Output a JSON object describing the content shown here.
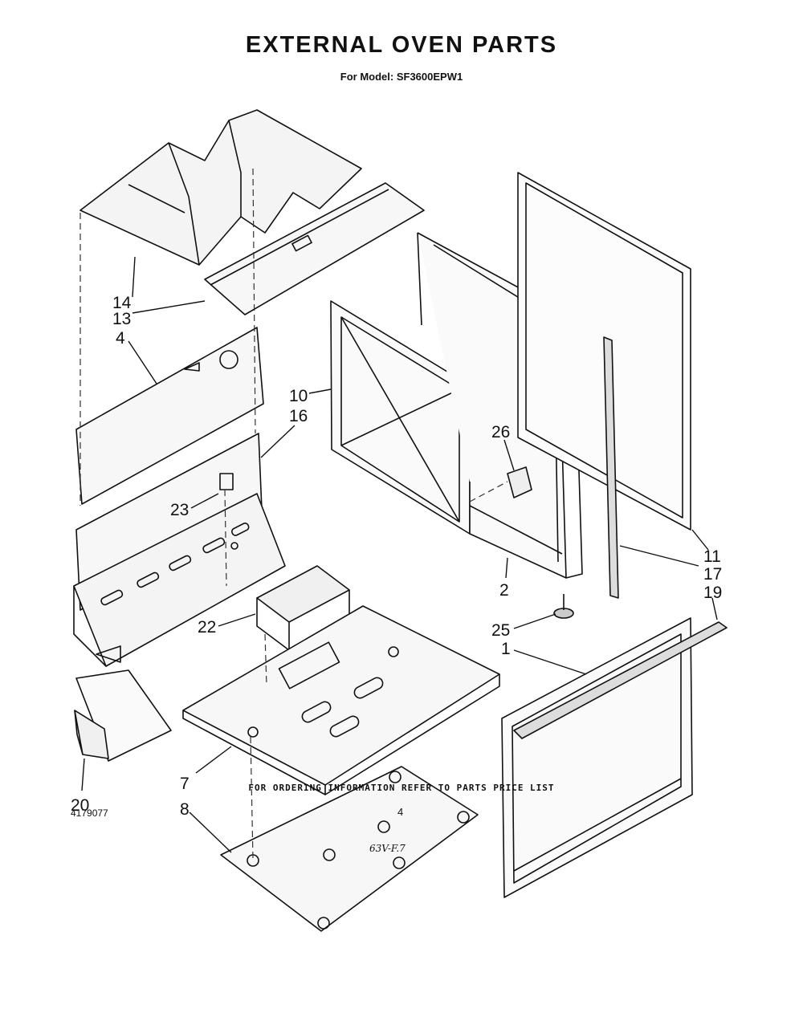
{
  "header": {
    "title": "EXTERNAL OVEN PARTS",
    "subtitle": "For Model: SF3600EPW1"
  },
  "callouts": {
    "p1": "1",
    "p2": "2",
    "p4": "4",
    "p7": "7",
    "p8": "8",
    "p10": "10",
    "p11": "11",
    "p13": "13",
    "p14": "14",
    "p16": "16",
    "p17": "17",
    "p19": "19",
    "p20": "20",
    "p22": "22",
    "p23": "23",
    "p25": "25",
    "p26": "26"
  },
  "footer": {
    "note": "FOR ORDERING INFORMATION REFER TO PARTS PRICE LIST",
    "doc_number": "4179077",
    "page_number": "4",
    "handwritten": "63V-F.7"
  }
}
